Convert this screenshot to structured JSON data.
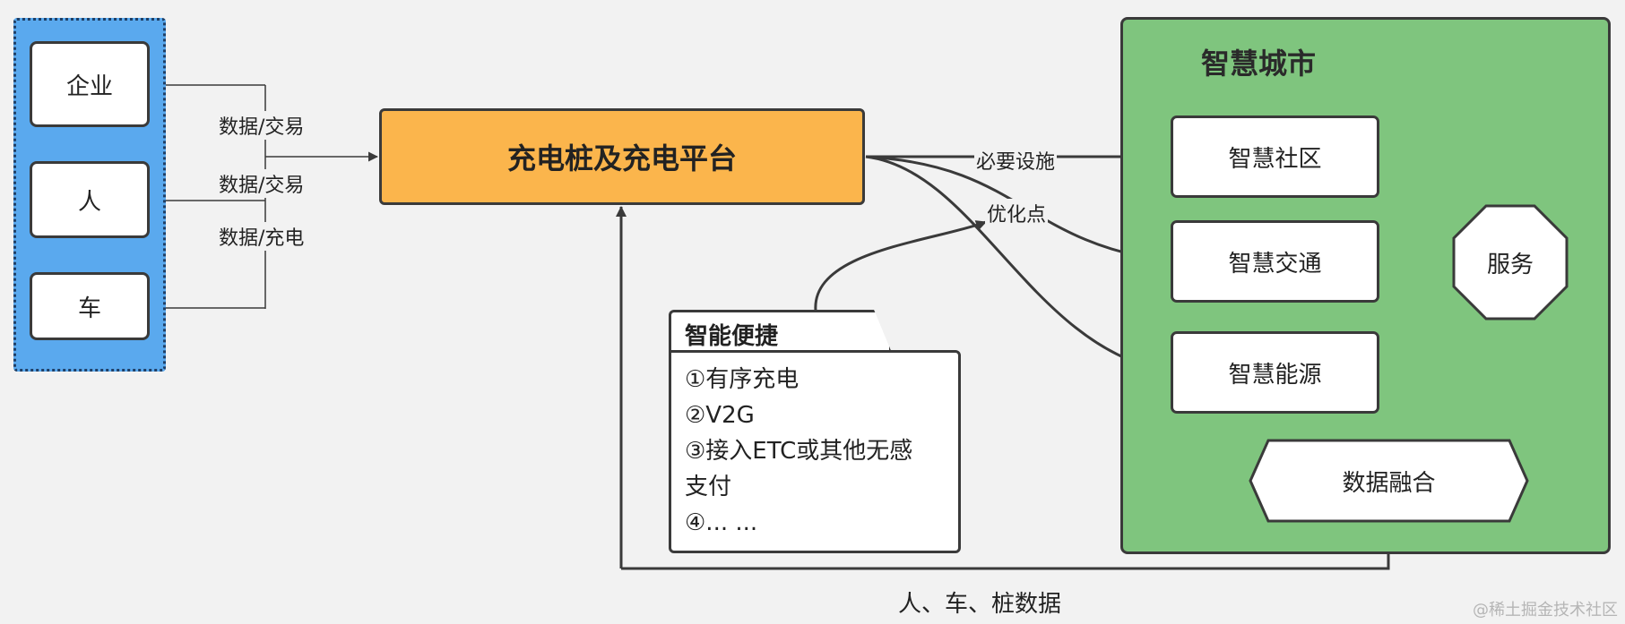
{
  "actors": [
    {
      "label": "企业"
    },
    {
      "label": "人"
    },
    {
      "label": "车"
    }
  ],
  "platform": {
    "label": "充电桩及充电平台"
  },
  "flows": {
    "enterprise": "数据/交易",
    "person": "数据/交易",
    "vehicle": "数据/充电",
    "essential": "必要设施",
    "optimization": "优化点",
    "bottom": "人、车、桩数据"
  },
  "smart_city": {
    "title": "智慧城市",
    "subsystems": [
      "智慧社区",
      "智慧交通",
      "智慧能源"
    ],
    "service": "服务",
    "data_fusion": "数据融合"
  },
  "note": {
    "title": "智能便捷",
    "lines": [
      "①有序充电",
      "②V2G",
      "③接入ETC或其他无感",
      "支付",
      "④... ..."
    ]
  },
  "watermark": "@稀土掘金技术社区",
  "colors": {
    "left_panel": "#5aa9ee",
    "platform": "#fbb54c",
    "smart_city": "#7fc57e",
    "stroke": "#3a3a3a",
    "background": "#f2f2f2"
  }
}
